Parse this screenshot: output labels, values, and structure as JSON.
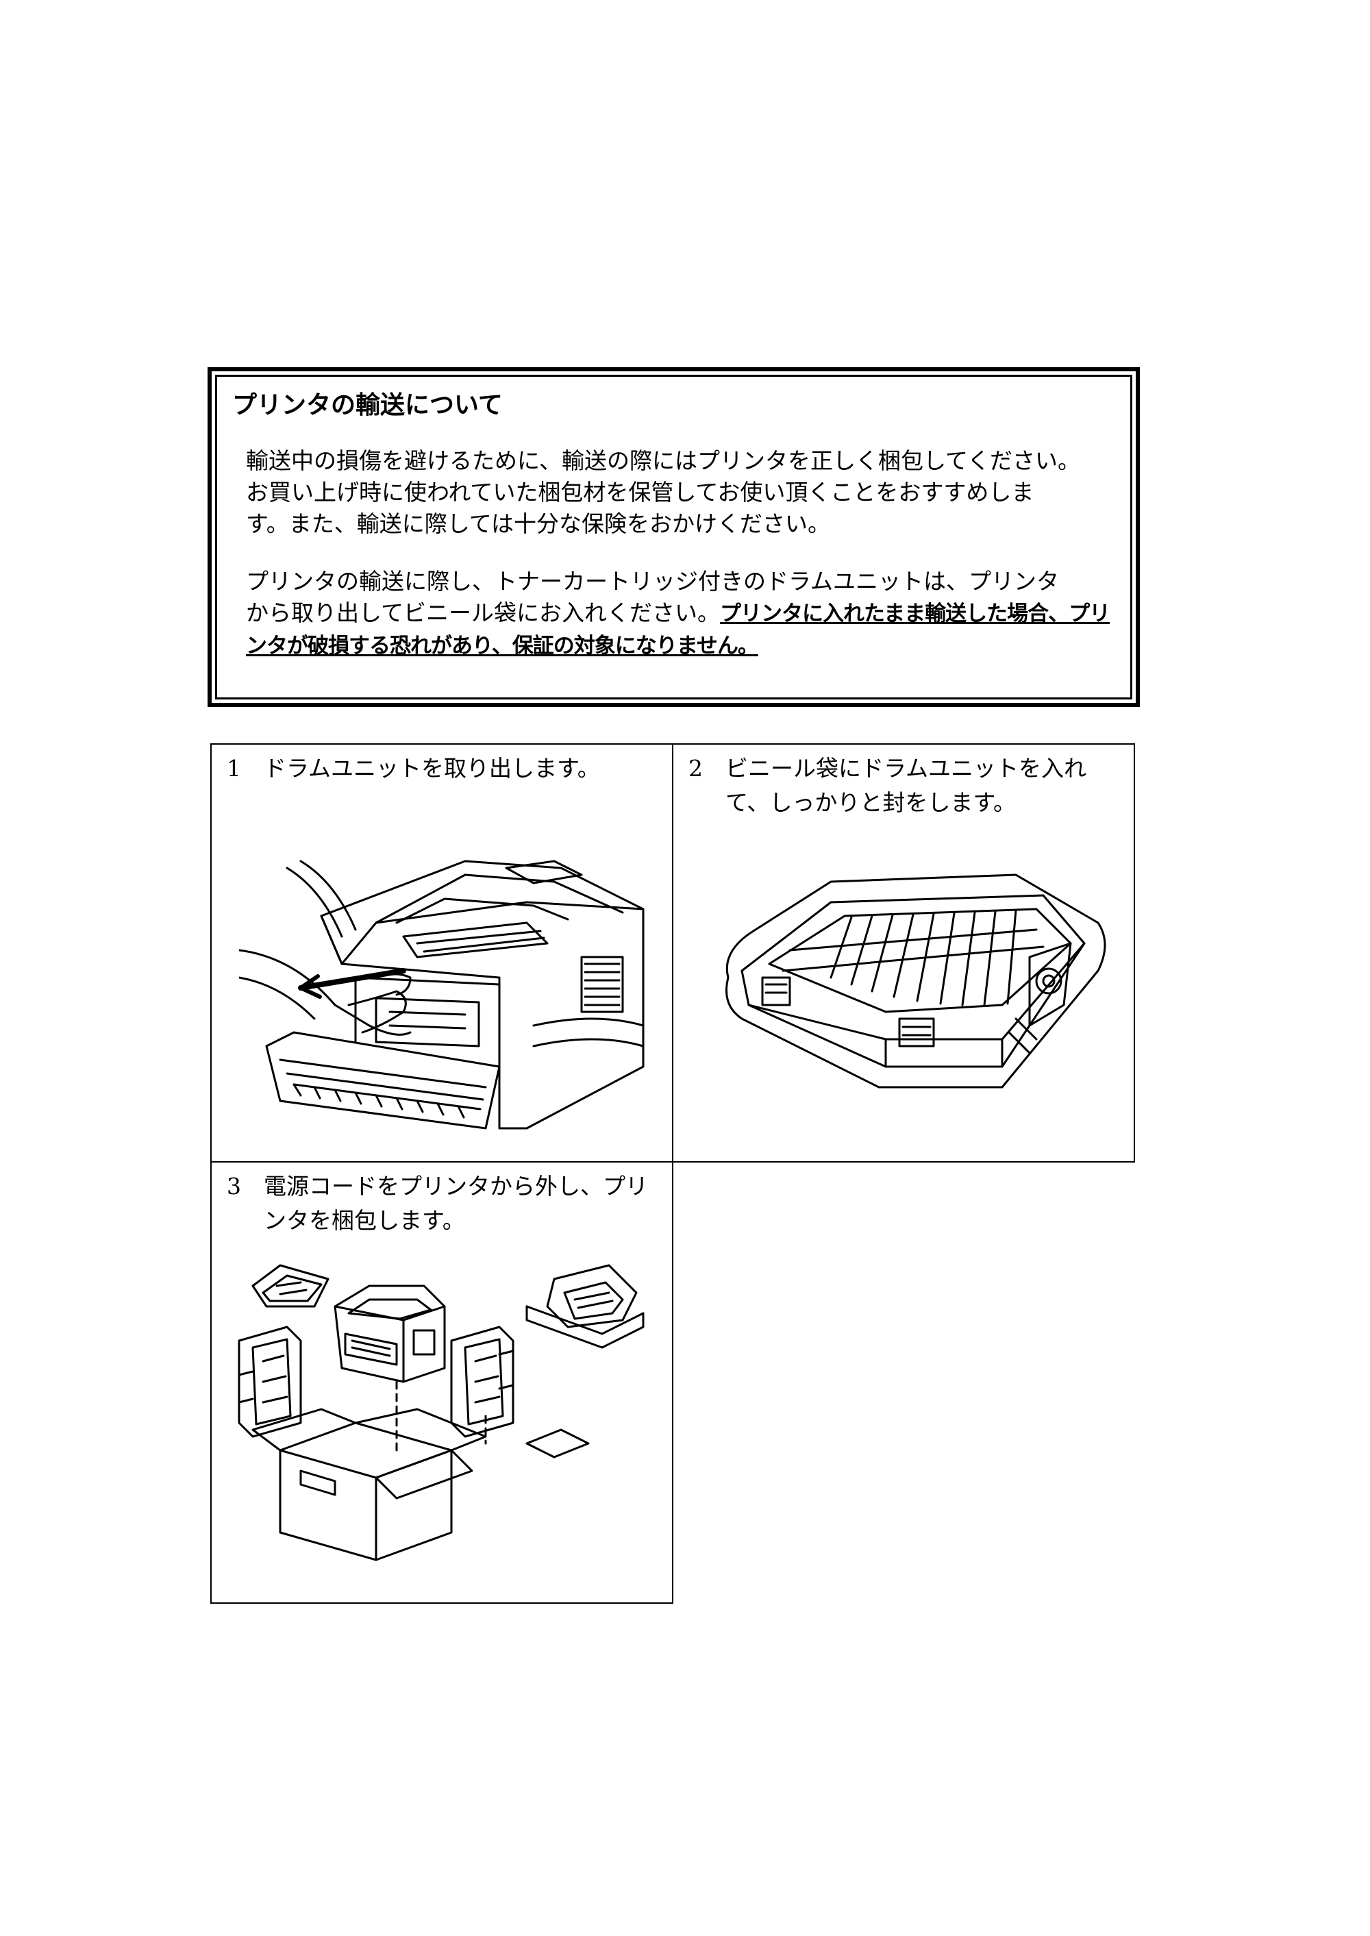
{
  "notice": {
    "title": "プリンタの輸送について",
    "para1_line1": "輸送中の損傷を避けるために、輸送の際にはプリンタを正しく梱包してください。",
    "para1_line2": "お買い上げ時に使われていた梱包材を保管してお使い頂くことをおすすめしま",
    "para1_line3": "す。また、輸送に際しては十分な保険をおかけください。",
    "para2_line1": "プリンタの輸送に際し、トナーカートリッジ付きのドラムユニットは、プリンタ",
    "para2_line2": "から取り出してビニール袋にお入れください。",
    "para2_warn1": "プリンタに入れたまま輸送した場合、プリ",
    "para2_warn2": "ンタが破損する恐れがあり、保証の対象になりません。"
  },
  "steps": [
    {
      "num": "1",
      "text": "ドラムユニットを取り出します。",
      "figure": "printer-drum-removal-illustration"
    },
    {
      "num": "2",
      "text": "ビニール袋にドラムユニットを入れて、しっかりと封をします。",
      "figure": "drum-unit-illustration"
    },
    {
      "num": "3",
      "text": "電源コードをプリンタから外し、プリンタを梱包します。",
      "figure": "packing-box-illustration"
    }
  ]
}
